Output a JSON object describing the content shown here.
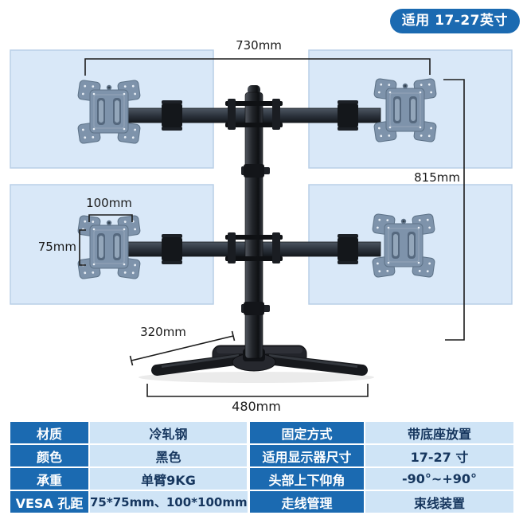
{
  "badge": {
    "label": "适用 17-27英寸"
  },
  "dimensions": {
    "top_width": "730mm",
    "total_height": "815mm",
    "vesa_horizontal": "100mm",
    "vesa_vertical": "75mm",
    "base_depth": "320mm",
    "base_width": "480mm"
  },
  "spec_table": {
    "left": [
      {
        "label": "材质",
        "value": "冷轧钢"
      },
      {
        "label": "颜色",
        "value": "黑色"
      },
      {
        "label": "承重",
        "value": "单臂9KG"
      },
      {
        "label": "VESA 孔距",
        "value": "75*75mm、100*100mm"
      }
    ],
    "right": [
      {
        "label": "固定方式",
        "value": "带底座放置"
      },
      {
        "label": "适用显示器尺寸",
        "value": "17-27 寸"
      },
      {
        "label": "头部上下仰角",
        "value": "-90°~+90°"
      },
      {
        "label": "走线管理",
        "value": "束线装置"
      }
    ]
  },
  "colors": {
    "accent_blue": "#1b6ab1",
    "badge_text": "#ffffff",
    "table_header_bg": "#1b6ab1",
    "table_header_text": "#ffffff",
    "table_value_bg": "#cfe4f6",
    "table_value_text": "#16365e",
    "monitor_fill": "#d9e8f8",
    "monitor_border": "#b9cfe7",
    "vesa_plate": "#7e93ab",
    "stand_black": "#17191d",
    "dimension_line": "#1c1c1c"
  }
}
